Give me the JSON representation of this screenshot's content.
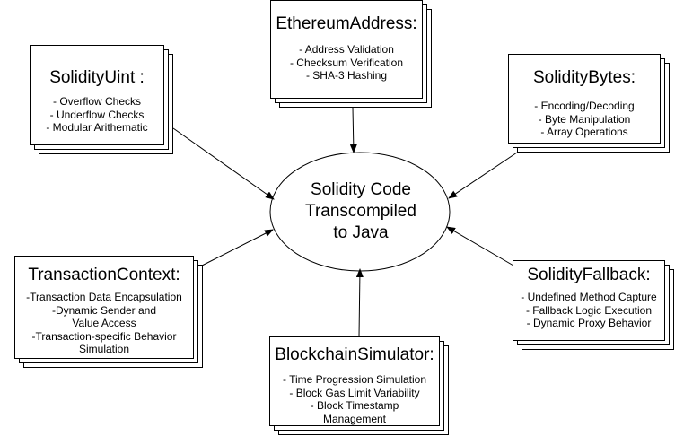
{
  "center": {
    "lines": [
      "Solidity Code",
      "Transcompiled",
      "to Java"
    ]
  },
  "nodes": [
    {
      "id": "solidity-uint",
      "title": "SolidityUint :",
      "items": [
        "- Overflow Checks",
        "- Underflow Checks",
        "- Modular Arithematic"
      ]
    },
    {
      "id": "ethereum-address",
      "title": "EthereumAddress:",
      "items": [
        "- Address Validation",
        "- Checksum Verification",
        "- SHA-3 Hashing"
      ]
    },
    {
      "id": "solidity-bytes",
      "title": "SolidityBytes:",
      "items": [
        "- Encoding/Decoding",
        "- Byte Manipulation",
        "- Array Operations"
      ]
    },
    {
      "id": "transaction-context",
      "title": "TransactionContext:",
      "items": [
        "-Transaction Data Encapsulation",
        "-Dynamic Sender and Value Access",
        "-Transaction-specific Behavior Simulation"
      ]
    },
    {
      "id": "blockchain-simulator",
      "title": "BlockchainSimulator:",
      "items": [
        "- Time Progression Simulation",
        "- Block Gas Limit Variability",
        "- Block Timestamp Management"
      ]
    },
    {
      "id": "solidity-fallback",
      "title": "SolidityFallback:",
      "items": [
        "- Undefined Method Capture",
        "- Fallback Logic Execution",
        "- Dynamic Proxy Behavior"
      ]
    }
  ]
}
